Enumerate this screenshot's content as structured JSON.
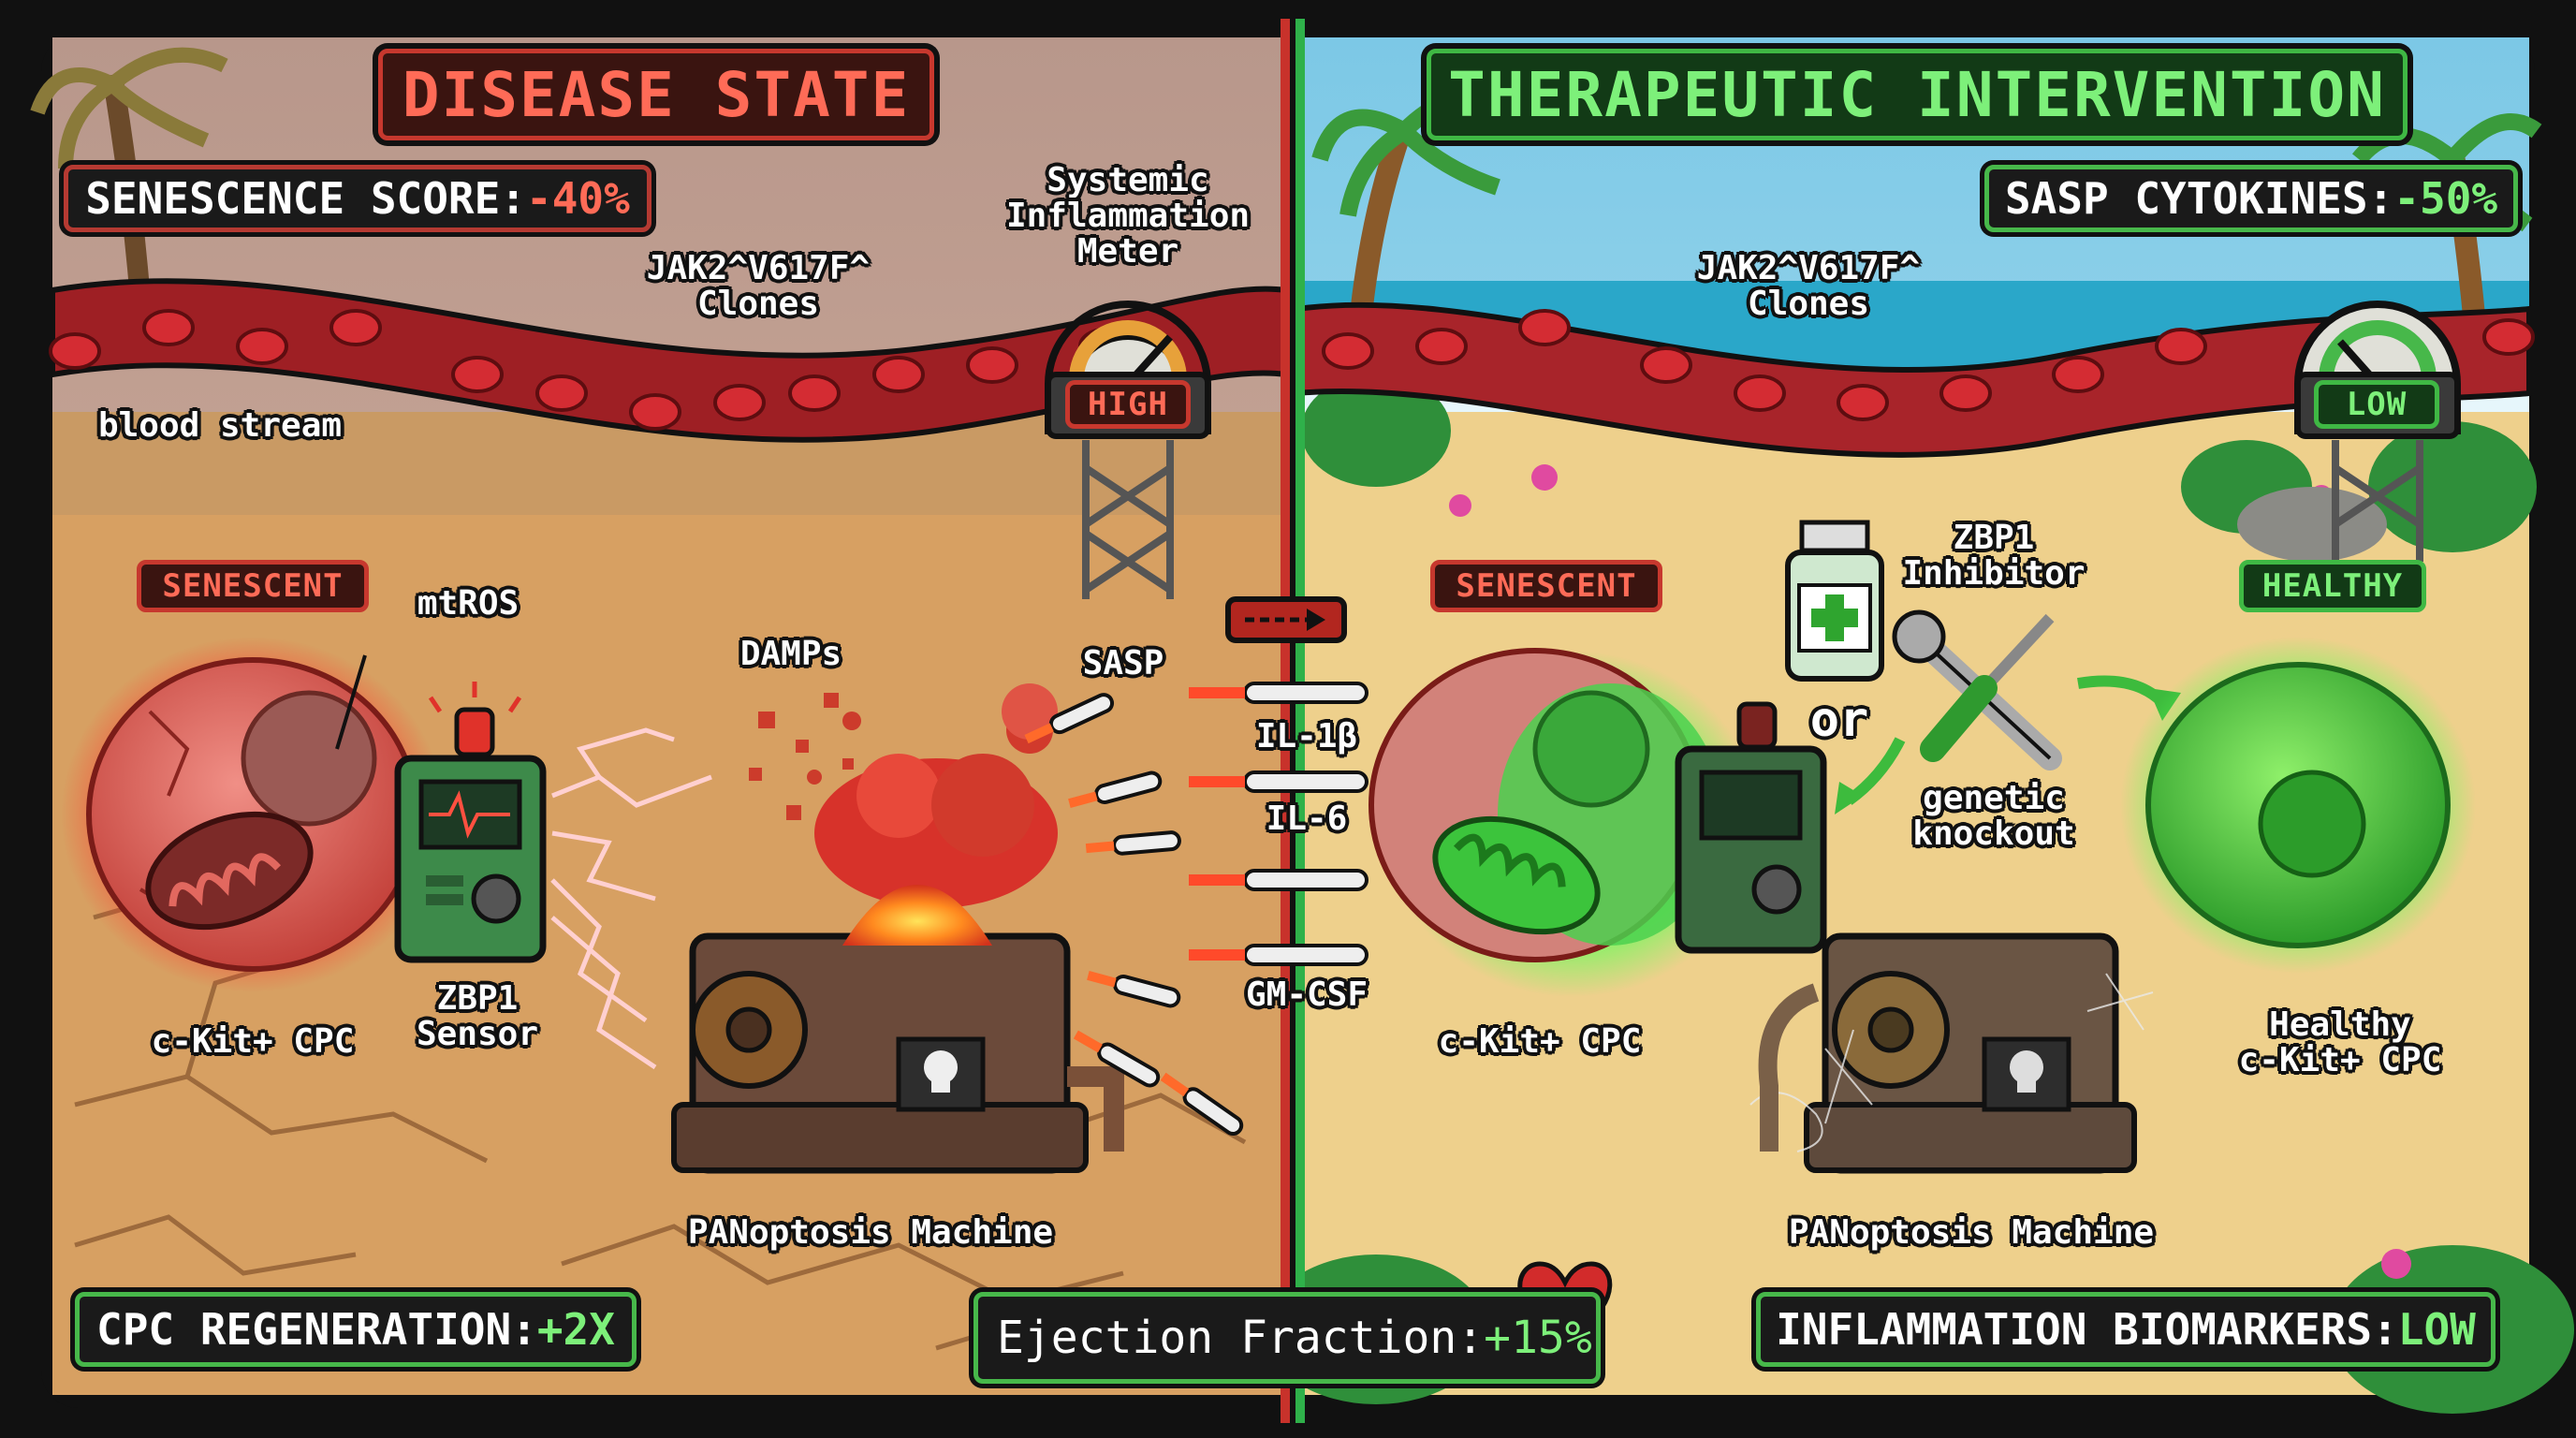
{
  "colors": {
    "frame": "#111111",
    "disease_sky": "#c7a89a",
    "disease_sand": "#d9a46a",
    "therapy_sky": "#8fd0e8",
    "therapy_sea": "#2aa7c9",
    "therapy_sand": "#efd08e",
    "divider_red": "#c8322b",
    "divider_green": "#2fb14a",
    "vessel": "#9e1f24",
    "rbc": "#c8232b",
    "red_accent": "#e8523f",
    "green_accent": "#4bd14f"
  },
  "disease": {
    "banner": "DISEASE STATE",
    "score_label": "SENESCENCE SCORE: ",
    "score_value": "-40%",
    "clones_label": "JAK2^V617F^\nClones",
    "blood_stream_label": "blood stream",
    "meter_label": "Systemic\nInflammation\nMeter",
    "meter_reading": "HIGH",
    "cell_tag": "SENESCENT",
    "mtros_label": "mtROS",
    "cell_label": "c-Kit+ CPC",
    "sensor_label": "ZBP1\nSensor",
    "damps_label": "DAMPs",
    "sasp_label": "SASP",
    "machine_label": "PANoptosis Machine",
    "cytokines": [
      "IL-1β",
      "IL-6",
      "GM-CSF"
    ],
    "regen_label": "CPC REGENERATION: ",
    "regen_value": "+2X"
  },
  "therapy": {
    "banner": "THERAPEUTIC INTERVENTION",
    "sasp_label": "SASP CYTOKINES: ",
    "sasp_value": "-50%",
    "clones_label": "JAK2^V617F^\nClones",
    "meter_reading": "LOW",
    "cell_tag": "SENESCENT",
    "healthy_tag": "HEALTHY",
    "inhibitor_label": "ZBP1\nInhibitor",
    "or_label": "or",
    "knockout_label": "genetic\nknockout",
    "cell_label": "c-Kit+ CPC",
    "healthy_cell_label": "Healthy\nc-Kit+ CPC",
    "machine_label": "PANoptosis Machine",
    "biomarkers_label": "INFLAMMATION BIOMARKERS: ",
    "biomarkers_value": "LOW"
  },
  "center": {
    "ef_label": "Ejection Fraction: ",
    "ef_value": "+15%",
    "heart_icon": "heart-icon",
    "transition_icon": "dashed-arrow-icon"
  }
}
